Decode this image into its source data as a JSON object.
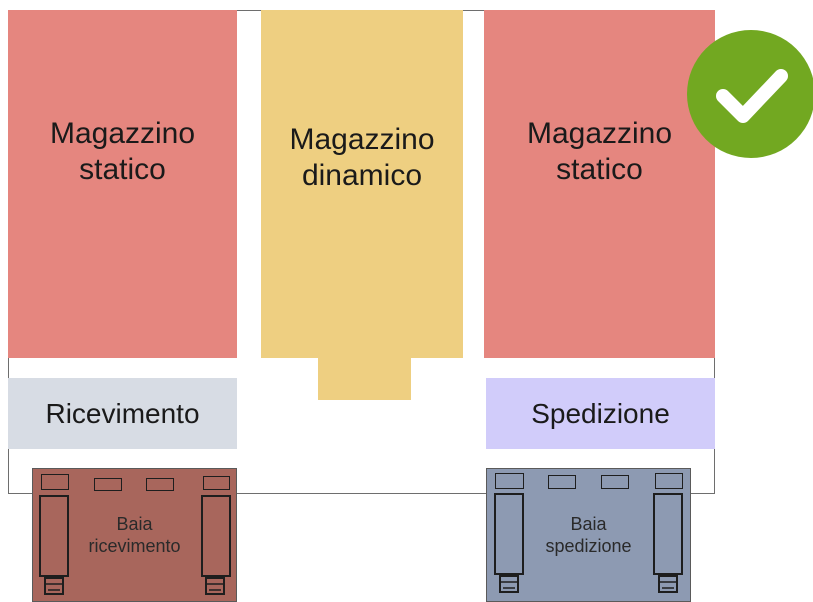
{
  "zones": {
    "static_left": "Magazzino\nstatico",
    "dynamic": "Magazzino\ndinamico",
    "static_right": "Magazzino\nstatico",
    "receiving": "Ricevimento",
    "shipping": "Spedizione"
  },
  "bays": {
    "receiving": "Baia\nricevimento",
    "shipping": "Baia\nspedizione"
  },
  "colors": {
    "static": "#e5867f",
    "dynamic": "#eecf81",
    "receiving": "#d7dce4",
    "shipping": "#d1ccfa",
    "bay_receiving": "#a8665c",
    "bay_shipping": "#8d9ab2",
    "check": "#72a821"
  },
  "icons": {
    "status": "checkmark-icon",
    "truck": "truck-icon"
  }
}
